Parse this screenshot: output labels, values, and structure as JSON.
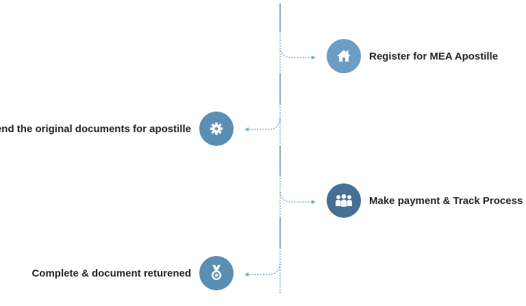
{
  "colors": {
    "line": "#7aa9cb",
    "node_light": "#6b9ec6",
    "node_mid": "#5a8fb3",
    "node_dark": "#476f96",
    "icon": "#ffffff",
    "text": "#222222"
  },
  "steps": [
    {
      "label": "Register for MEA Apostille",
      "icon": "home-icon"
    },
    {
      "label": "Send the original documents for apostille",
      "icon": "gear-icon"
    },
    {
      "label": "Make payment & Track Process",
      "icon": "group-icon"
    },
    {
      "label": "Complete & document returened",
      "icon": "medal-icon"
    }
  ]
}
